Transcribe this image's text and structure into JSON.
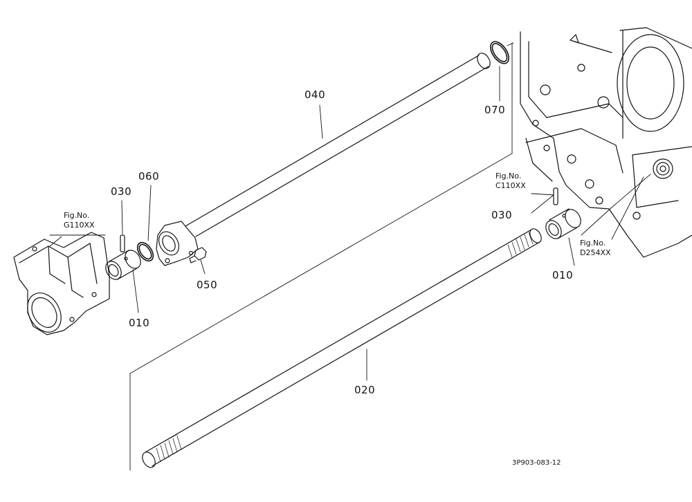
{
  "parts": {
    "p040": "040",
    "p070": "070",
    "p060": "060",
    "p030_left": "030",
    "p030_right": "030",
    "p050": "050",
    "p010_left": "010",
    "p010_right": "010",
    "p020": "020"
  },
  "refs": {
    "g110": {
      "fig": "Fig.No.",
      "no": "G110XX"
    },
    "c110": {
      "fig": "Fig.No.",
      "no": "C110XX"
    },
    "d254": {
      "fig": "Fig.No.",
      "no": "D254XX"
    }
  },
  "drawing_code": "3P903-083-12"
}
